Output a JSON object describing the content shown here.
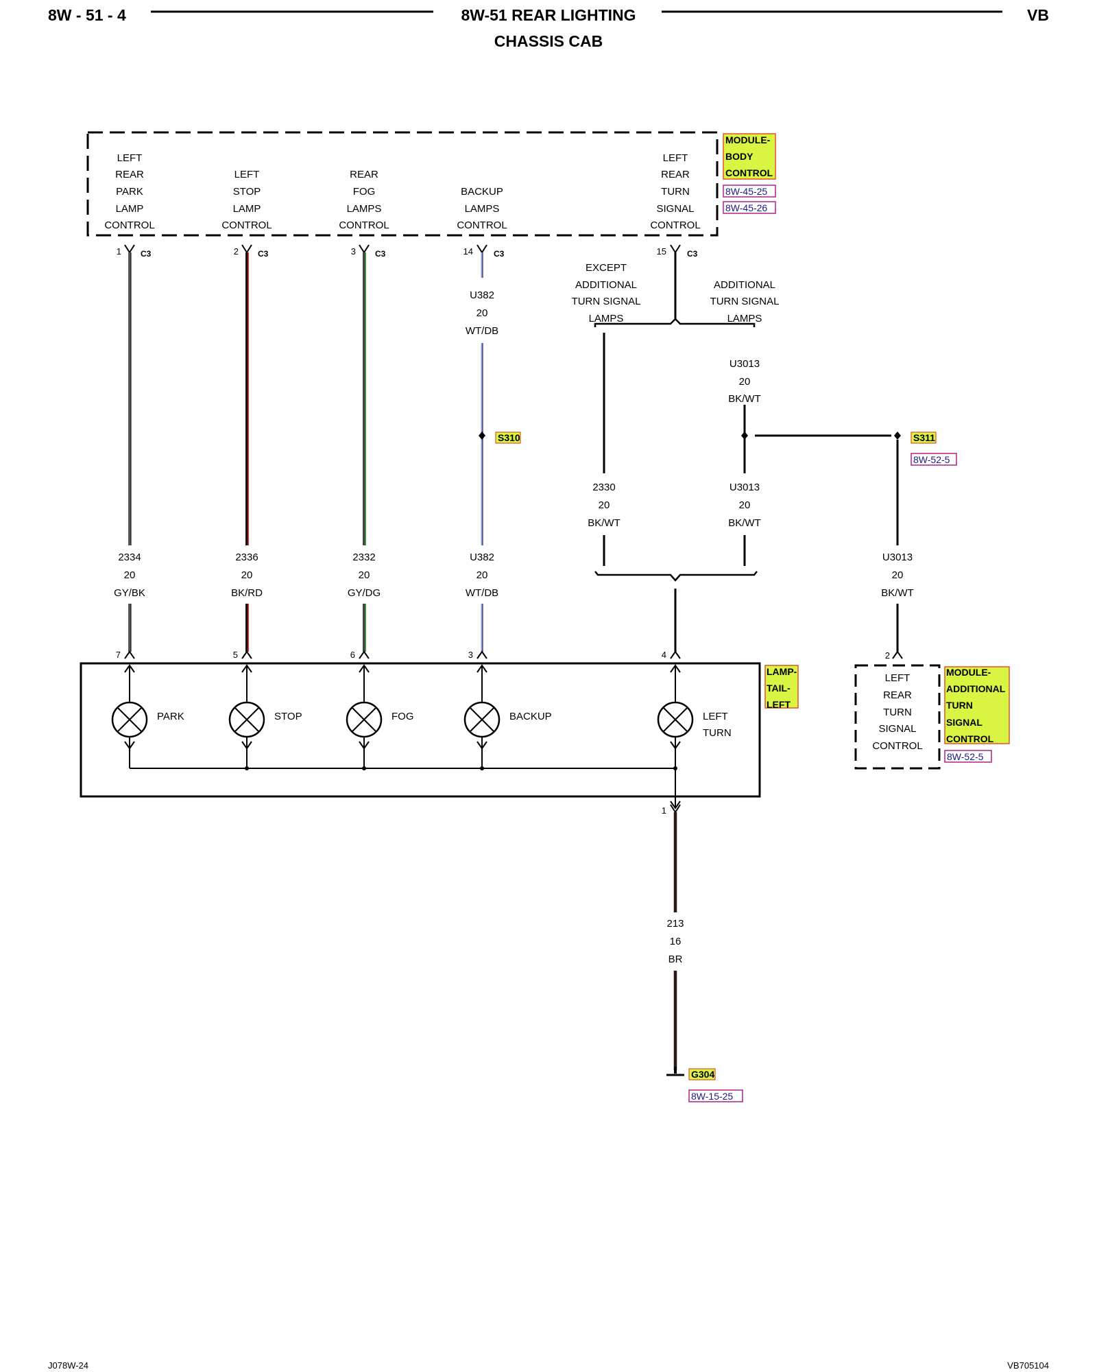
{
  "header": {
    "page_number": "8W - 51 - 4",
    "title": "8W-51 REAR LIGHTING",
    "subtitle": "CHASSIS CAB",
    "model": "VB"
  },
  "body_control_module": {
    "tag": [
      "MODULE-",
      "BODY",
      "CONTROL"
    ],
    "refs": [
      "8W-45-25",
      "8W-45-26"
    ],
    "functions": [
      {
        "lines": [
          "LEFT",
          "REAR",
          "PARK",
          "LAMP",
          "CONTROL"
        ],
        "pin": "1",
        "connector": "C3"
      },
      {
        "lines": [
          "LEFT",
          "STOP",
          "LAMP",
          "CONTROL"
        ],
        "pin": "2",
        "connector": "C3"
      },
      {
        "lines": [
          "REAR",
          "FOG",
          "LAMPS",
          "CONTROL"
        ],
        "pin": "3",
        "connector": "C3"
      },
      {
        "lines": [
          "BACKUP",
          "LAMPS",
          "CONTROL"
        ],
        "pin": "14",
        "connector": "C3"
      },
      {
        "lines": [
          "LEFT",
          "REAR",
          "TURN",
          "SIGNAL",
          "CONTROL"
        ],
        "pin": "15",
        "connector": "C3"
      }
    ]
  },
  "wires": [
    {
      "circuit": "2334",
      "gauge": "20",
      "color": "GY/BK",
      "stroke": "#555555",
      "accent": "#222222"
    },
    {
      "circuit": "2336",
      "gauge": "20",
      "color": "BK/RD",
      "stroke": "#111111",
      "accent": "#cc1111"
    },
    {
      "circuit": "2332",
      "gauge": "20",
      "color": "GY/DG",
      "stroke": "#444444",
      "accent": "#1e8a2a"
    },
    {
      "circuit": "U382",
      "gauge": "20",
      "color": "WT/DB",
      "stroke": "#9aa0c8",
      "accent": "#1a2a9a"
    }
  ],
  "backup_upper_wire": {
    "circuit": "U382",
    "gauge": "20",
    "color": "WT/DB"
  },
  "turn_branch": {
    "left_label": [
      "EXCEPT",
      "ADDITIONAL",
      "TURN SIGNAL",
      "LAMPS"
    ],
    "right_label": [
      "ADDITIONAL",
      "TURN SIGNAL",
      "LAMPS"
    ],
    "right_upper_wire": {
      "circuit": "U3013",
      "gauge": "20",
      "color": "BK/WT"
    },
    "left_lower_wire": {
      "circuit": "2330",
      "gauge": "20",
      "color": "BK/WT"
    },
    "right_lower_wire": {
      "circuit": "U3013",
      "gauge": "20",
      "color": "BK/WT"
    },
    "far_right_wire": {
      "circuit": "U3013",
      "gauge": "20",
      "color": "BK/WT"
    }
  },
  "splices": [
    {
      "id": "S310"
    },
    {
      "id": "S311",
      "ref": "8W-52-5"
    }
  ],
  "tail_lamp": {
    "tag": [
      "LAMP-",
      "TAIL-",
      "LEFT"
    ],
    "pins": [
      "7",
      "5",
      "6",
      "3",
      "4"
    ],
    "bulbs": [
      {
        "label": [
          "PARK"
        ]
      },
      {
        "label": [
          "STOP"
        ]
      },
      {
        "label": [
          "FOG"
        ]
      },
      {
        "label": [
          "BACKUP"
        ]
      },
      {
        "label": [
          "LEFT",
          "TURN"
        ]
      }
    ],
    "ground_pin": "1"
  },
  "turn_signal_module": {
    "pin": "2",
    "lines": [
      "LEFT",
      "REAR",
      "TURN",
      "SIGNAL",
      "CONTROL"
    ],
    "tag": [
      "MODULE-",
      "ADDITIONAL",
      "TURN",
      "SIGNAL",
      "CONTROL"
    ],
    "ref": "8W-52-5"
  },
  "ground_wire": {
    "circuit": "213",
    "gauge": "16",
    "color": "BR"
  },
  "ground": {
    "id": "G304",
    "ref": "8W-15-25"
  },
  "footer": {
    "left": "J078W-24",
    "right": "VB705104"
  },
  "colors": {
    "tag_fill": "#d9f542",
    "tag_border": "#e0542a",
    "ref_border": "#b0208a"
  }
}
